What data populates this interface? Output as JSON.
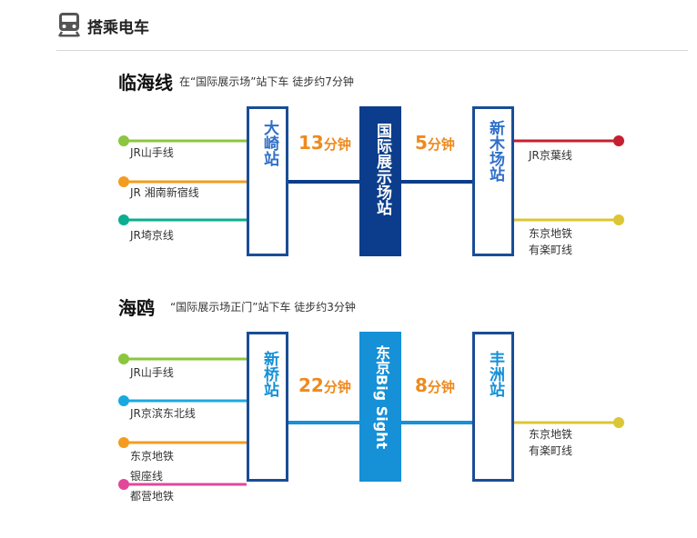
{
  "header": {
    "title": "搭乘电车"
  },
  "colors": {
    "navy": "#0b3d8c",
    "station_border": "#1a4d96",
    "blue_text": "#2f6fc8",
    "blue": "#1690d6",
    "orange_text": "#ee8a1d",
    "jr_yamanote": "#8cc63f",
    "jr_saikyo": "#0bae8f",
    "shonan": "#f39c1f",
    "keiyo": "#c4202f",
    "yurakucho": "#dcc634",
    "keihin": "#1aa9df",
    "ginza": "#f39c1f",
    "toei": "#e2489a"
  },
  "sections": [
    {
      "title": "临海线",
      "subtitle": "在“国际展示场”站下车 徒步约7分钟",
      "station_left": "大崎站",
      "hub": "国际展示场站",
      "station_right": "新木场站",
      "left_trip": {
        "num": "13",
        "unit": "分钟"
      },
      "right_trip": {
        "num": "5",
        "unit": "分钟"
      },
      "left_lines": [
        {
          "label": "JR山手线",
          "color": "jr_yamanote"
        },
        {
          "label": "JR 湘南新宿线",
          "color": "shonan"
        },
        {
          "label": "JR埼京线",
          "color": "jr_saikyo"
        }
      ],
      "right_lines": [
        {
          "label": "JR京葉线",
          "color": "keiyo"
        },
        {
          "label": "东京地铁\n有楽町线",
          "color": "yurakucho"
        }
      ]
    },
    {
      "title": "海鸥",
      "subtitle": "“国际展示场正门”站下车 徒步约3分钟",
      "station_left": "新桥站",
      "hub": "东京Big Sight",
      "station_right": "丰洲站",
      "left_trip": {
        "num": "22",
        "unit": "分钟"
      },
      "right_trip": {
        "num": "8",
        "unit": "分钟"
      },
      "left_lines": [
        {
          "label": "JR山手线",
          "color": "jr_yamanote"
        },
        {
          "label": "JR京滨东北线",
          "color": "keihin"
        },
        {
          "label": "东京地铁\n银座线",
          "color": "ginza"
        },
        {
          "label": "都营地铁",
          "color": "toei"
        }
      ],
      "right_lines": [
        {
          "label": "东京地铁\n有楽町线",
          "color": "yurakucho"
        }
      ]
    }
  ]
}
